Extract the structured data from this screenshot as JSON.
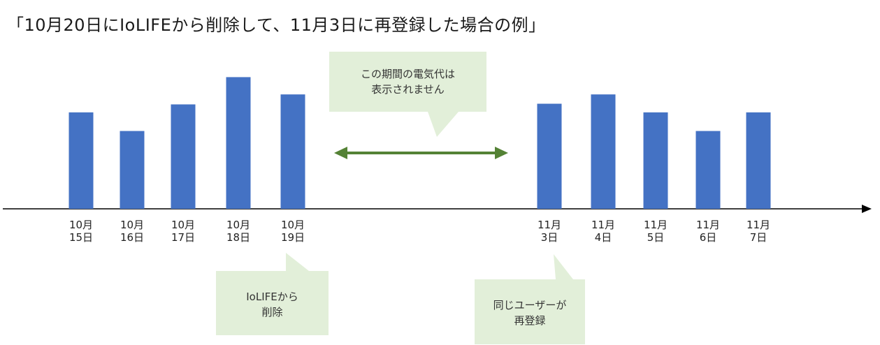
{
  "title": "「10月20日にIoLIFEから削除して、11月3日に再登録した場合の例」",
  "colors": {
    "bar": "#4472c4",
    "callout_fill": "#e2efd9",
    "arrow": "#548235",
    "axis": "#000000"
  },
  "chart_data": {
    "type": "bar",
    "title": "「10月20日にIoLIFEから削除して、11月3日に再登録した場合の例」",
    "xlabel": "",
    "ylabel": "",
    "grid": false,
    "groups": [
      {
        "categories": [
          [
            "10月",
            "15日"
          ],
          [
            "10月",
            "16日"
          ],
          [
            "10月",
            "17日"
          ],
          [
            "10月",
            "18日"
          ],
          [
            "10月",
            "19日"
          ]
        ],
        "values": [
          145,
          117,
          157,
          198,
          172
        ]
      },
      {
        "categories": [
          [
            "11月",
            "3日"
          ],
          [
            "11月",
            "4日"
          ],
          [
            "11月",
            "5日"
          ],
          [
            "11月",
            "6日"
          ],
          [
            "11月",
            "7日"
          ]
        ],
        "values": [
          158,
          172,
          145,
          117,
          145
        ]
      }
    ],
    "ylim": [
      0,
      210
    ]
  },
  "callouts": {
    "gap": {
      "line1": "この期間の電気代は",
      "line2": "表示されません"
    },
    "delete": {
      "line1": "IoLIFEから",
      "line2": "削除"
    },
    "reregister": {
      "line1": "同じユーザーが",
      "line2": "再登録"
    }
  }
}
